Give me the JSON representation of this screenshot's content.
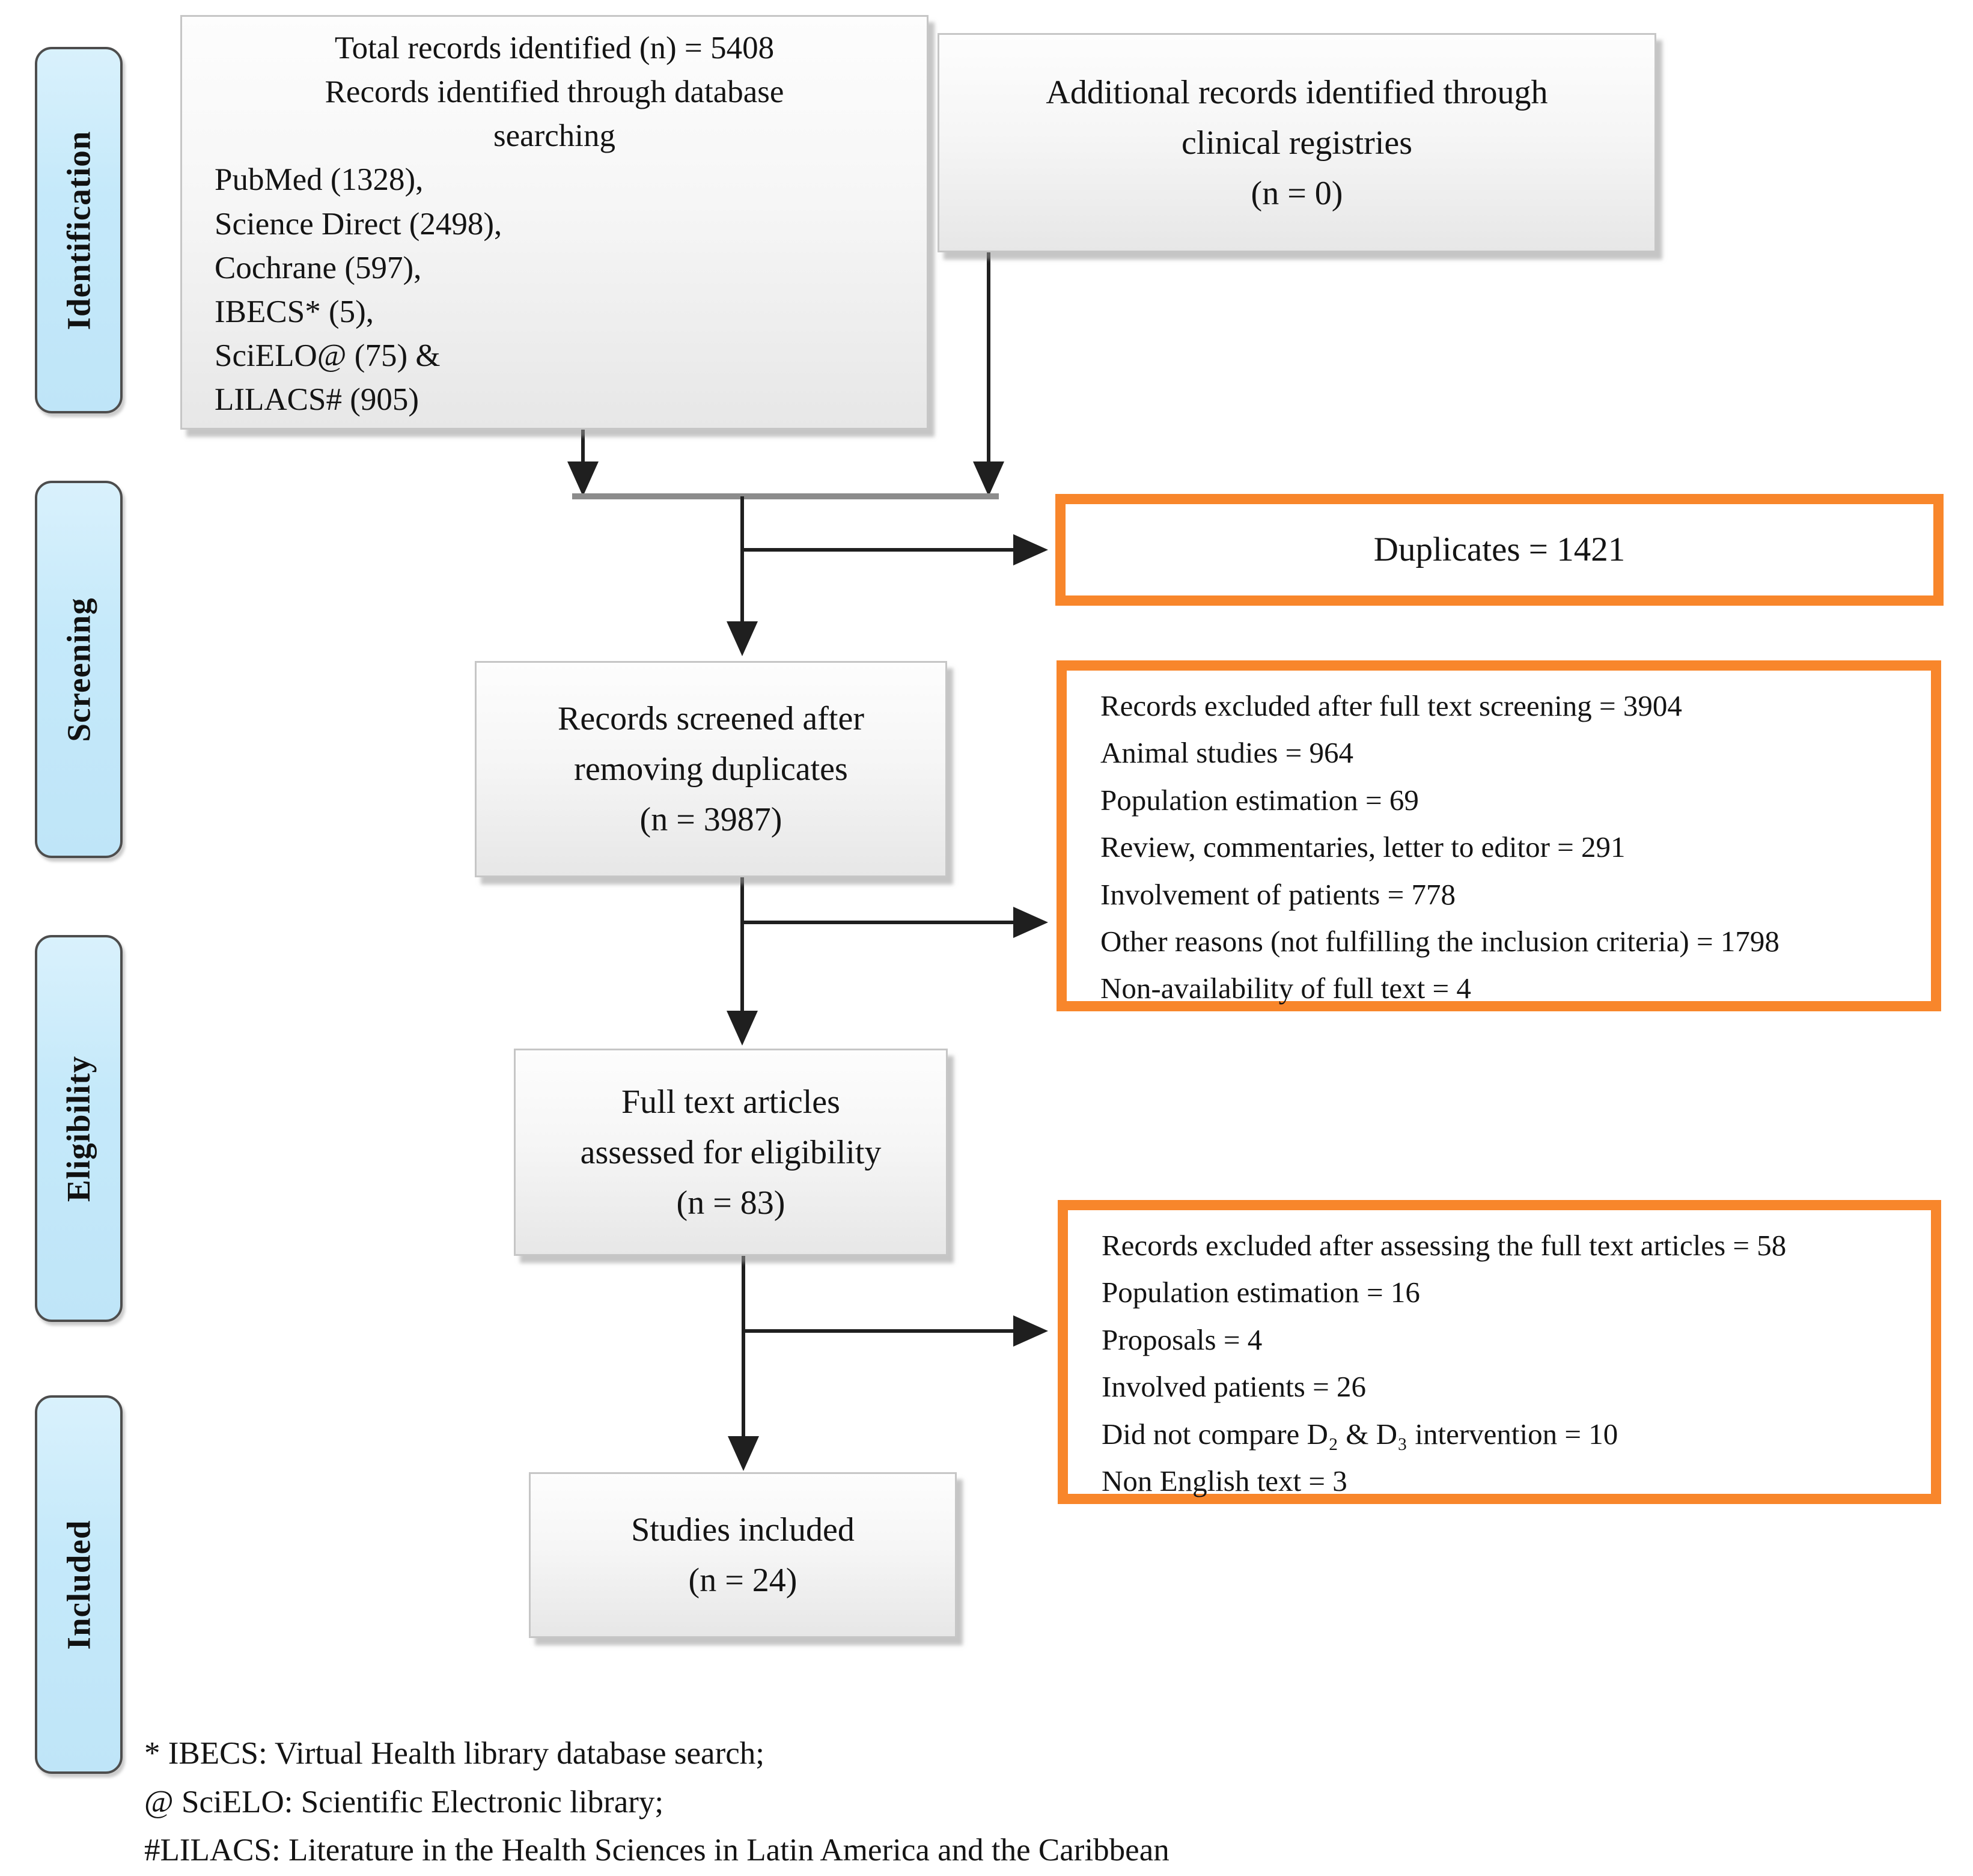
{
  "diagram_title": "PRISMA study selection flow diagram",
  "colors": {
    "highlight_border": "#F8862B",
    "stage_fill": "#C5E9FA",
    "stage_border": "#4D4D4D",
    "box_fill": "#F2F2F2",
    "box_border": "#C6C6C6",
    "connector": "#1F1F1F",
    "merge_line": "#8C8C8C"
  },
  "sidebar": {
    "stages": [
      {
        "label": "Identification"
      },
      {
        "label": "Screening"
      },
      {
        "label": "Eligibility"
      },
      {
        "label": "Included"
      }
    ]
  },
  "boxes": {
    "identified": {
      "heading": [
        "Total records identified (n) = 5408",
        "Records identified through database",
        "searching"
      ],
      "sources": [
        "PubMed (1328),",
        "Science Direct (2498),",
        "Cochrane (597),",
        "IBECS* (5),",
        "SciELO@ (75) &",
        "LILACS# (905)"
      ]
    },
    "additional": {
      "lines": [
        "Additional records identified through",
        "clinical registries",
        "(n =  0)"
      ]
    },
    "duplicates": {
      "text": "Duplicates = 1421"
    },
    "screened": {
      "lines": [
        "Records screened after",
        "removing duplicates",
        "(n = 3987)"
      ]
    },
    "excluded_screening": {
      "lines": [
        "Records excluded after full text screening = 3904",
        "Animal studies = 964",
        "Population estimation = 69",
        "Review, commentaries, letter to editor = 291",
        "Involvement of patients = 778",
        "Other reasons (not fulfilling the inclusion criteria) = 1798",
        "Non-availability of full text = 4"
      ]
    },
    "fulltext": {
      "lines": [
        "Full text articles",
        "assessed for eligibility",
        "(n = 83)"
      ]
    },
    "excluded_eligibility": {
      "lines": [
        "Records excluded after assessing the full text articles = 58",
        "Population estimation = 16",
        "Proposals = 4",
        "Involved patients = 26",
        "Did not compare D₂ & D₃ intervention = 10",
        "Non English text = 3"
      ]
    },
    "included": {
      "lines": [
        "Studies included",
        "(n = 24)"
      ]
    }
  },
  "footnotes": {
    "lines": [
      "* IBECS: Virtual Health library database search;",
      "@ SciELO: Scientific Electronic library;",
      "#LILACS: Literature in the Health Sciences in Latin America and the Caribbean"
    ]
  }
}
